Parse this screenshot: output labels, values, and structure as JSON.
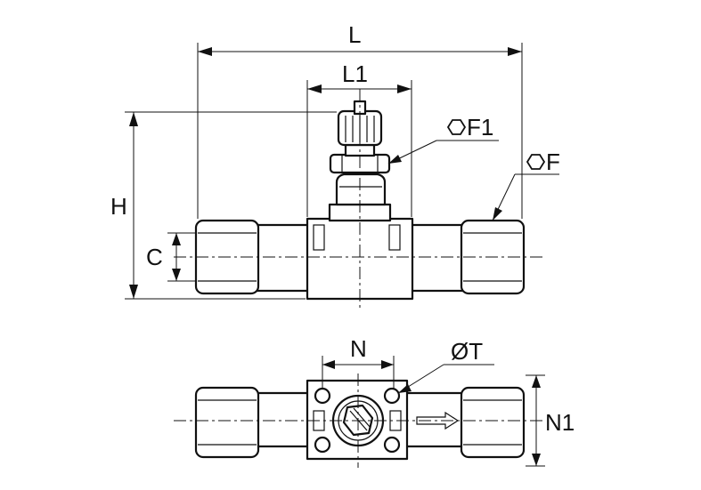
{
  "labels": {
    "L": "L",
    "L1": "L1",
    "H": "H",
    "C": "C",
    "F1": "F1",
    "F": "F",
    "N": "N",
    "T": "ØT",
    "N1": "N1"
  },
  "icons": {
    "hex_symbol": "hexagon-icon",
    "flow_arrow": "flow-direction-arrow-icon"
  },
  "colors": {
    "line": "#111111",
    "background": "#ffffff"
  }
}
